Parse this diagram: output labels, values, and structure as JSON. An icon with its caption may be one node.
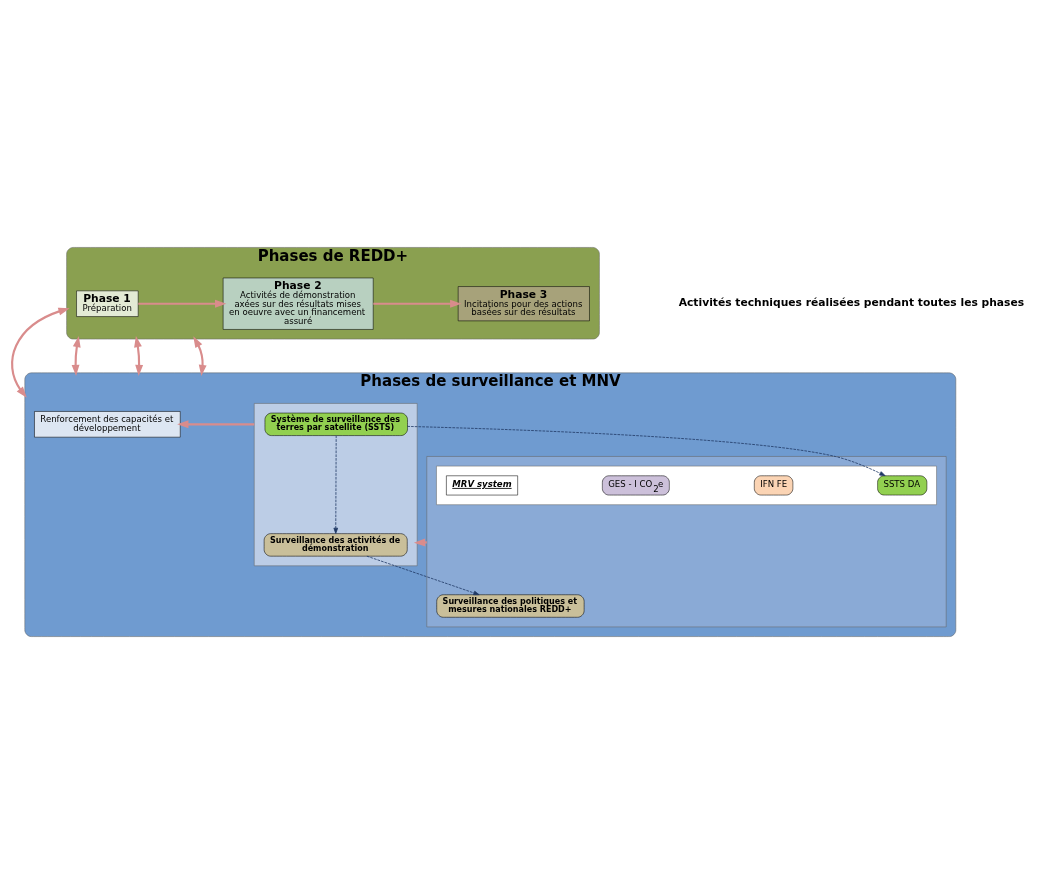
{
  "diagram": {
    "nodes": [
      {
        "text": [
          "Phases de REDD+"
        ]
      },
      {
        "text": [
          "Phase 1",
          "Préparation"
        ],
        "in": 0
      },
      {
        "text": [
          "Phase 2",
          "Activités de démonstration axées sur des résultats mises en oeuvre avec un financement assuré"
        ],
        "in": 0
      },
      {
        "text": [
          "Phase 3",
          "Incitations pour des actions basées sur des résultats"
        ],
        "in": 0
      },
      {
        "text": [
          "Phases de surveillance et MNV"
        ]
      },
      {
        "text": [
          "Renforcement des capacités et développement"
        ],
        "in": 4
      },
      {
        "text": [],
        "shape": "box",
        "in": 4
      },
      {
        "text": [
          "Système de surveillance des terres par satellite (SSTS)"
        ],
        "in": 6
      },
      {
        "text": [
          "Surveillance des activités de démonstration"
        ],
        "in": 6
      },
      {
        "text": [],
        "shape": "box",
        "in": 4
      },
      {
        "text": [],
        "shape": "box",
        "in": 9
      },
      {
        "text": [
          "SSTS DA"
        ],
        "in": 10
      },
      {
        "text": [
          "IFN FE"
        ],
        "in": 10
      },
      {
        "text": [
          "GES - I CO$_{2}$e"
        ],
        "in": 10
      },
      {
        "text": [
          "MRV system"
        ],
        "in": 10
      },
      {
        "text": [
          "Surveillance des politiques et mesures nationales REDD+"
        ],
        "in": 9
      }
    ],
    "edges": [
      {
        "from": 1,
        "to": 2,
        "arrow": "to"
      },
      {
        "from": 2,
        "to": 3,
        "arrow": "to"
      },
      {
        "from": 0,
        "to": 4,
        "arrow": "both"
      },
      {
        "from": 0,
        "to": 4,
        "arrow": "both"
      },
      {
        "from": 0,
        "to": 4,
        "arrow": "both"
      },
      {
        "from": 0,
        "to": 4,
        "arrow": "both"
      },
      {
        "from": 6,
        "to": 5,
        "arrow": "to"
      },
      {
        "from": 9,
        "to": 6,
        "arrow": "to"
      },
      {
        "from": 7,
        "to": 11,
        "arrow": "to",
        "style": "dashed",
        "color": "#1f3864"
      },
      {
        "from": 7,
        "to": 8,
        "arrow": "to",
        "style": "dashed",
        "color": "#1f3864"
      },
      {
        "from": 8,
        "to": 15,
        "arrow": "to",
        "style": "dashed",
        "color": "#1f3864"
      }
    ],
    "labels": [
      "Activités techniques réalisées pendant toutes les phases"
    ]
  }
}
